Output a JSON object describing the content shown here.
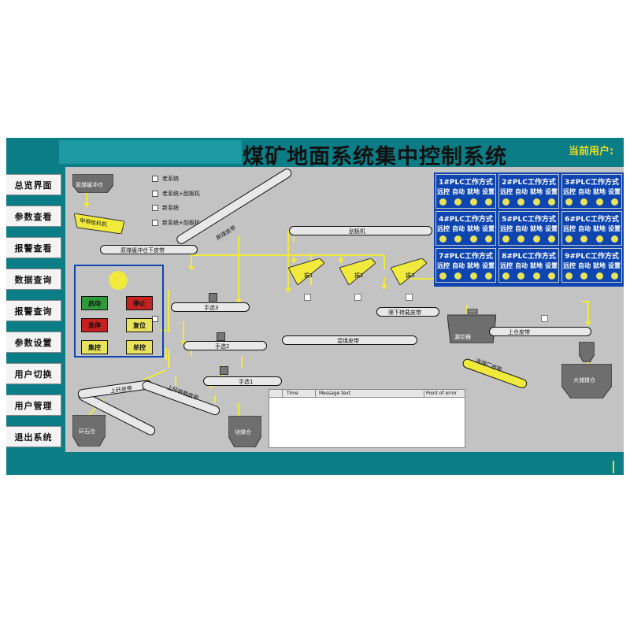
{
  "header": {
    "title": "煤矿地面系统集中控制系统",
    "current_user_label": "当前用户:"
  },
  "nav": [
    {
      "label": "总览界面"
    },
    {
      "label": "参数查看"
    },
    {
      "label": "报警查看"
    },
    {
      "label": "数据查询"
    },
    {
      "label": "报警查询"
    },
    {
      "label": "参数设置"
    },
    {
      "label": "用户切换"
    },
    {
      "label": "用户管理"
    },
    {
      "label": "退出系统"
    }
  ],
  "system_options": [
    {
      "label": "老系统"
    },
    {
      "label": "老系统+刮板机"
    },
    {
      "label": "新系统"
    },
    {
      "label": "新系统+刮板机"
    }
  ],
  "equipment": {
    "raw_bin": "原煤缓冲仓",
    "feeder": "甲带给料机",
    "belt_under_bin": "原煤缓冲仓下皮带",
    "raw_belt": "原煤皮带",
    "scraper": "刮板机",
    "screen1": "振1",
    "screen2": "振2",
    "screen3": "振3",
    "sieve_belt": "筛下转载皮带",
    "manual_3": "手选3",
    "manual_2": "手选2",
    "manual_1": "手选1",
    "collect_belt": "混煤皮带",
    "leak_bin": "漏空器",
    "upper_bin_belt": "上仓皮带",
    "wash_belt": "洗煤厂皮带",
    "gangue_belt": "上矸皮带",
    "gangue_transfer_belt": "上矸转载皮带",
    "gangue_bin": "矸石仓",
    "block_bin": "块煤仓",
    "storage_bin": "大储煤仓"
  },
  "controls": {
    "start": "启动",
    "stop": "停止",
    "emergency": "急停",
    "reset": "复位",
    "interlock": "集控",
    "single": "单控",
    "colors": {
      "start": "#2f9a3c",
      "stop": "#c62020",
      "emergency": "#c62020",
      "reset": "#e8e35a",
      "interlock": "#e8e35a",
      "single": "#e8e35a"
    }
  },
  "plc_panels": [
    {
      "title": "1#PLC工作方式",
      "modes": [
        "远控",
        "自动",
        "就地",
        "设置"
      ]
    },
    {
      "title": "2#PLC工作方式",
      "modes": [
        "远控",
        "自动",
        "就地",
        "设置"
      ]
    },
    {
      "title": "3#PLC工作方式",
      "modes": [
        "远控",
        "自动",
        "就地",
        "设置"
      ]
    },
    {
      "title": "4#PLC工作方式",
      "modes": [
        "远控",
        "自动",
        "就地",
        "设置"
      ]
    },
    {
      "title": "5#PLC工作方式",
      "modes": [
        "远控",
        "自动",
        "就地",
        "设置"
      ]
    },
    {
      "title": "6#PLC工作方式",
      "modes": [
        "远控",
        "自动",
        "就地",
        "设置"
      ]
    },
    {
      "title": "7#PLC工作方式",
      "modes": [
        "远控",
        "自动",
        "就地",
        "设置"
      ]
    },
    {
      "title": "8#PLC工作方式",
      "modes": [
        "远控",
        "自动",
        "就地",
        "设置"
      ]
    },
    {
      "title": "9#PLC工作方式",
      "modes": [
        "远控",
        "自动",
        "就地",
        "设置"
      ]
    }
  ],
  "message_log": {
    "columns": [
      "Time",
      "Message text",
      "Point of error"
    ]
  },
  "colors": {
    "frame": "#0a7d86",
    "canvas": "#c3c3c3",
    "plc_panel": "#0e45b0",
    "flow_line": "#f0ea3c",
    "lamp": "#e8e35a",
    "title_user": "#f0dd1c"
  }
}
